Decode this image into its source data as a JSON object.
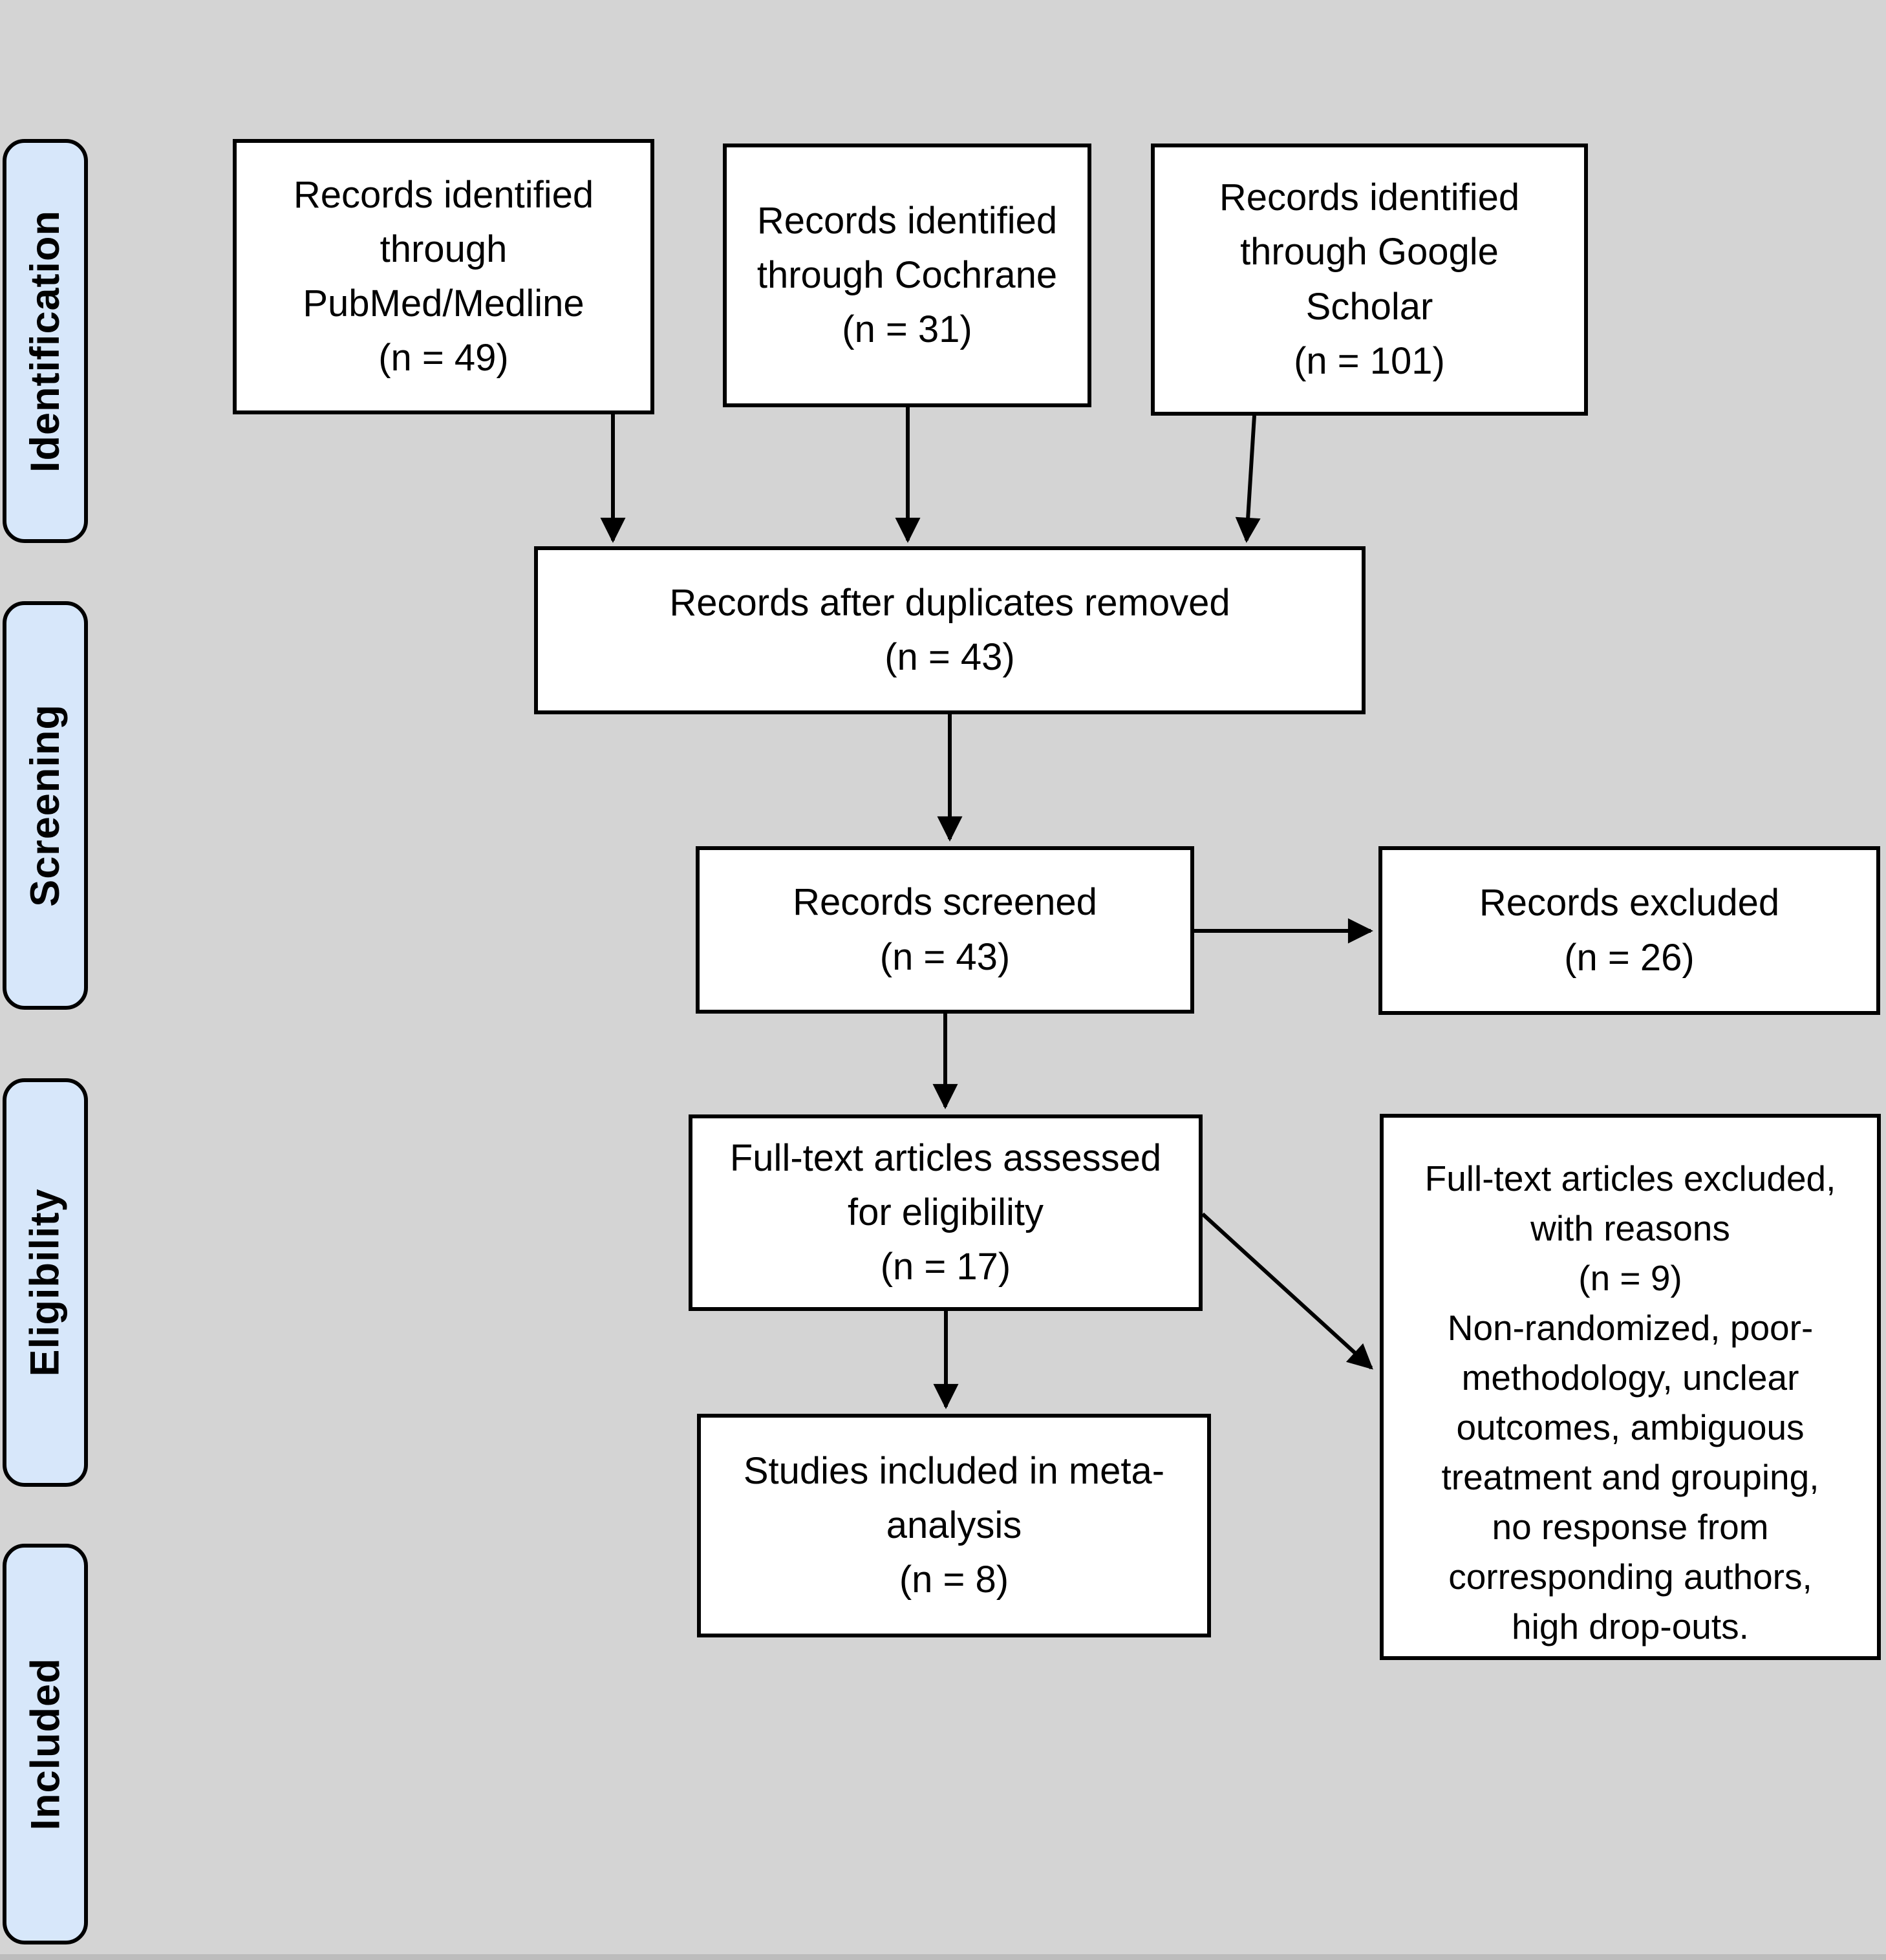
{
  "background_color": "#d4d4d4",
  "border_color": "#000000",
  "sidebar": {
    "fill_color": "#d7e7fa",
    "stages": [
      {
        "label": "Identification"
      },
      {
        "label": "Screening"
      },
      {
        "label": "Eligibility"
      },
      {
        "label": "Included"
      }
    ]
  },
  "boxes": {
    "pubmed": {
      "text": "Records identified\nthrough\nPubMed/Medline\n(n = 49)"
    },
    "cochrane": {
      "text": "Records identified\nthrough Cochrane\n(n = 31)"
    },
    "google": {
      "text": "Records identified\nthrough Google\nScholar\n(n = 101)"
    },
    "duplicates": {
      "text": "Records after duplicates removed\n(n = 43)"
    },
    "screened": {
      "text": "Records screened\n(n = 43)"
    },
    "excluded": {
      "text": "Records excluded\n(n = 26)"
    },
    "fulltext": {
      "text": "Full-text articles assessed\nfor eligibility\n(n = 17)"
    },
    "meta": {
      "text": "Studies included in meta-\nanalysis\n(n = 8)"
    },
    "reasons": {
      "text": "Full-text articles excluded,\nwith reasons\n(n = 9)\nNon-randomized, poor-\nmethodology, unclear\noutcomes, ambiguous\ntreatment and grouping,\nno response from\ncorresponding authors,\nhigh drop-outs."
    }
  }
}
